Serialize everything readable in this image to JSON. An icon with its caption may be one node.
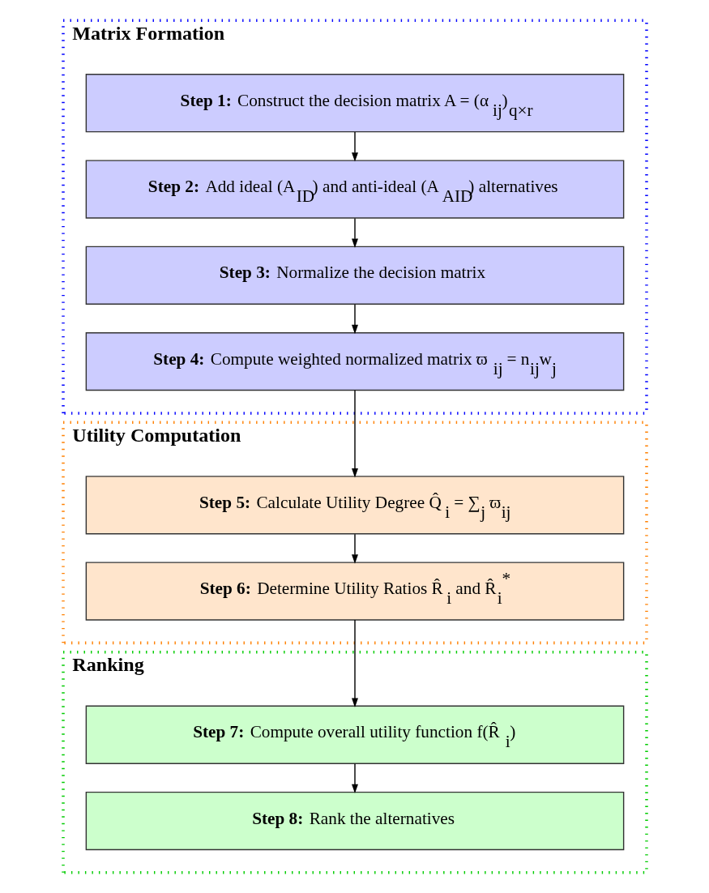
{
  "diagram": {
    "nodes": [
      {
        "text": [
          "Matrix Formation"
        ]
      },
      {
        "text": [
          "**Step 1:** Construct the decision matrix A = (α$_{ij}$)$_{q×r}$"
        ],
        "in": 0
      },
      {
        "text": [
          "**Step 2:** Add ideal (A$_{ID}$) and anti-ideal (A$_{AID}$) alternatives"
        ],
        "in": 0
      },
      {
        "text": [
          "**Step 3:** Normalize the decision matrix"
        ],
        "in": 0
      },
      {
        "text": [
          "**Step 4:** Compute weighted normalized matrix ϖ$_{ij}$ = n$_{ij}$w$_{j}$"
        ],
        "in": 0
      },
      {
        "text": [
          "Utility Computation"
        ]
      },
      {
        "text": [
          "**Step 5:** Calculate Utility Degree Q̂$_{i}$ = ∑$_{j}$ ϖ$_{ij}$"
        ],
        "in": 5
      },
      {
        "text": [
          "**Step 6:** Determine Utility Ratios R̂$_{i}$ and R̂$_{i}$$^{*}$"
        ],
        "in": 5
      },
      {
        "text": [
          "Ranking"
        ]
      },
      {
        "text": [
          "**Step 7:** Compute overall utility function f(R̂$_{i}$)"
        ],
        "in": 8
      },
      {
        "text": [
          "**Step 8:** Rank the alternatives"
        ],
        "in": 8
      }
    ],
    "edges": [
      {
        "from": 1,
        "to": 2,
        "arrow": "to"
      },
      {
        "from": 2,
        "to": 3,
        "arrow": "to"
      },
      {
        "from": 3,
        "to": 4,
        "arrow": "to"
      },
      {
        "from": 4,
        "to": 6,
        "arrow": "to"
      },
      {
        "from": 6,
        "to": 7,
        "arrow": "to"
      },
      {
        "from": 7,
        "to": 9,
        "arrow": "to"
      },
      {
        "from": 9,
        "to": 10,
        "arrow": "to"
      }
    ]
  }
}
